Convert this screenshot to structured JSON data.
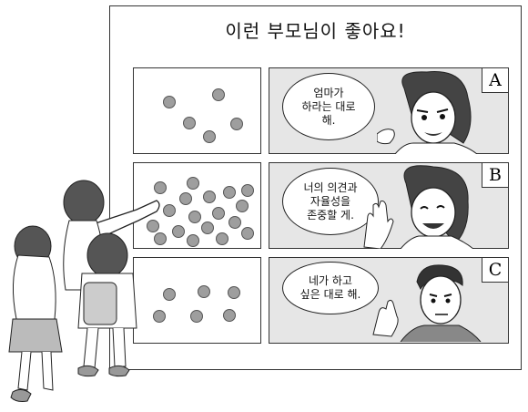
{
  "title": "이런 부모님이 좋아요!",
  "rows": [
    {
      "letter": "A",
      "speech": "엄마가\n하라는 대로\n해."
    },
    {
      "letter": "B",
      "speech": "너의 의견과\n자율성을\n존중할 게."
    },
    {
      "letter": "C",
      "speech": "네가 하고\n싶은 대로 해."
    }
  ]
}
